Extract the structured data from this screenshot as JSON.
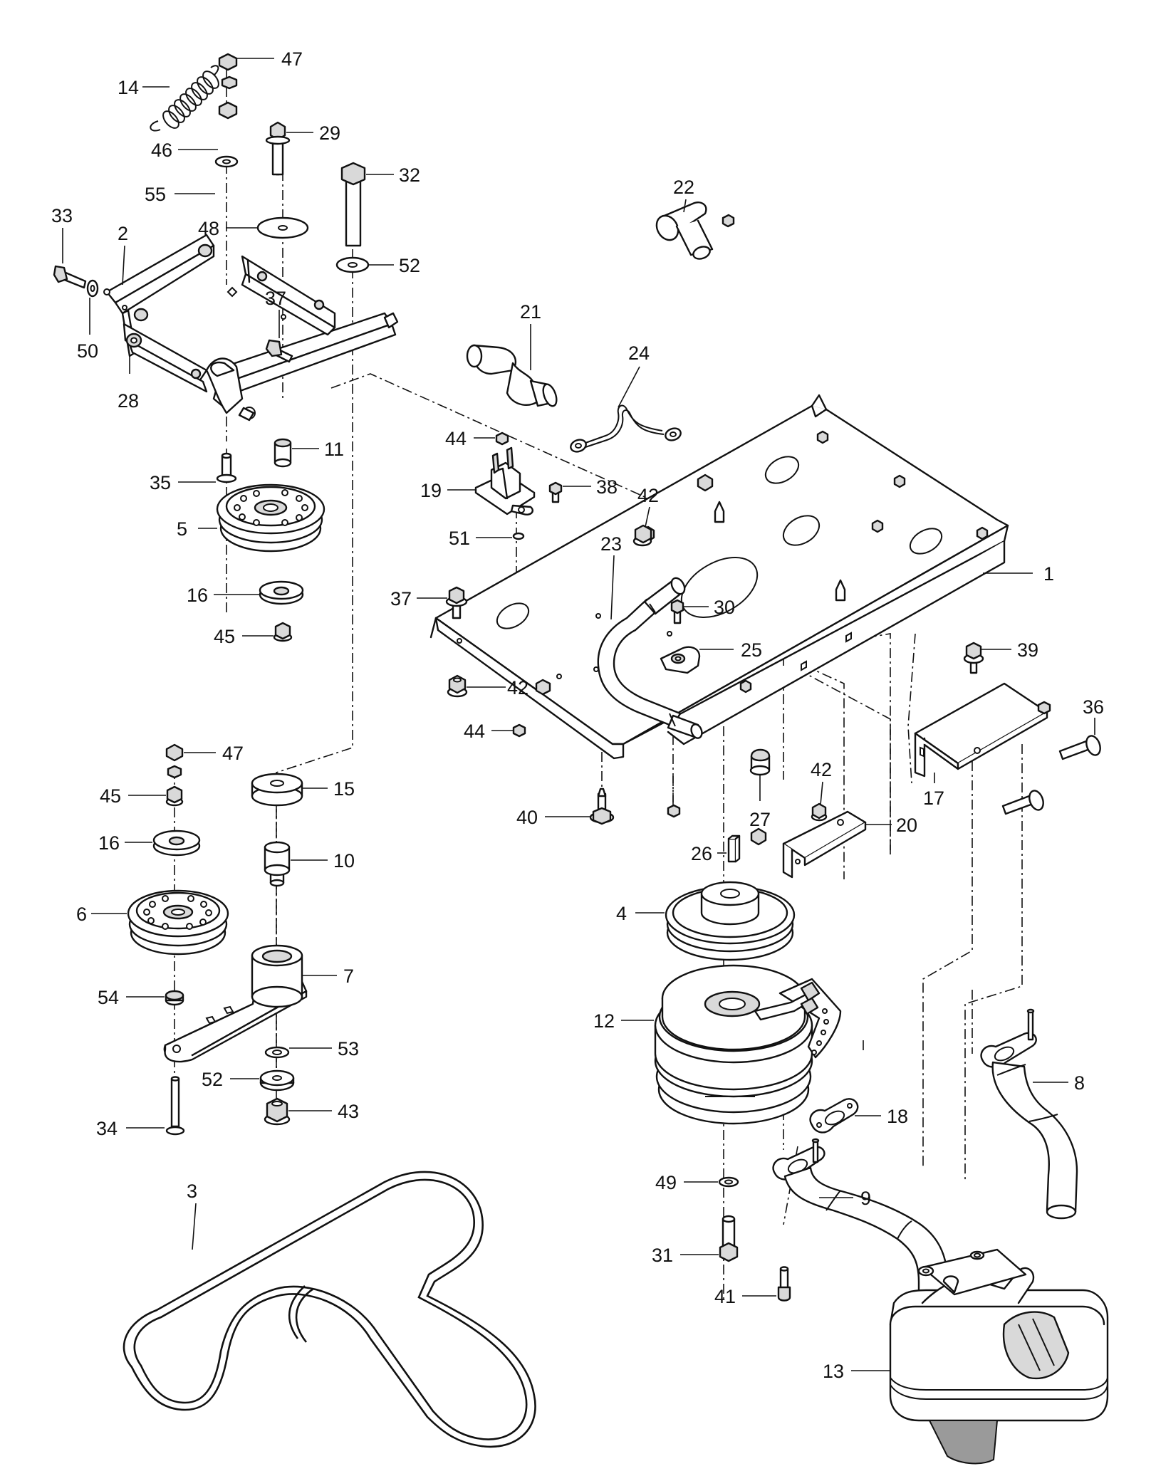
{
  "diagram": {
    "callouts": [
      {
        "id": "p14",
        "label": "14"
      },
      {
        "id": "p47a",
        "label": "47"
      },
      {
        "id": "p29",
        "label": "29"
      },
      {
        "id": "p46",
        "label": "46"
      },
      {
        "id": "p32",
        "label": "32"
      },
      {
        "id": "p55",
        "label": "55"
      },
      {
        "id": "p33",
        "label": "33"
      },
      {
        "id": "p2",
        "label": "2"
      },
      {
        "id": "p48",
        "label": "48"
      },
      {
        "id": "p52a",
        "label": "52"
      },
      {
        "id": "p22",
        "label": "22"
      },
      {
        "id": "p37a",
        "label": "37"
      },
      {
        "id": "p50",
        "label": "50"
      },
      {
        "id": "p21",
        "label": "21"
      },
      {
        "id": "p24",
        "label": "24"
      },
      {
        "id": "p28",
        "label": "28"
      },
      {
        "id": "p44a",
        "label": "44"
      },
      {
        "id": "p11",
        "label": "11"
      },
      {
        "id": "p35",
        "label": "35"
      },
      {
        "id": "p19",
        "label": "19"
      },
      {
        "id": "p38",
        "label": "38"
      },
      {
        "id": "p42a",
        "label": "42"
      },
      {
        "id": "p5",
        "label": "5"
      },
      {
        "id": "p51",
        "label": "51"
      },
      {
        "id": "p23",
        "label": "23"
      },
      {
        "id": "p1",
        "label": "1"
      },
      {
        "id": "p16a",
        "label": "16"
      },
      {
        "id": "p37b",
        "label": "37"
      },
      {
        "id": "p30",
        "label": "30"
      },
      {
        "id": "p45a",
        "label": "45"
      },
      {
        "id": "p25",
        "label": "25"
      },
      {
        "id": "p39",
        "label": "39"
      },
      {
        "id": "p42b",
        "label": "42"
      },
      {
        "id": "p44b",
        "label": "44"
      },
      {
        "id": "p36",
        "label": "36"
      },
      {
        "id": "p47b",
        "label": "47"
      },
      {
        "id": "p27",
        "label": "27"
      },
      {
        "id": "p17",
        "label": "17"
      },
      {
        "id": "p15",
        "label": "15"
      },
      {
        "id": "p45b",
        "label": "45"
      },
      {
        "id": "p42c",
        "label": "42"
      },
      {
        "id": "p40",
        "label": "40"
      },
      {
        "id": "p16b",
        "label": "16"
      },
      {
        "id": "p20",
        "label": "20"
      },
      {
        "id": "p10",
        "label": "10"
      },
      {
        "id": "p26",
        "label": "26"
      },
      {
        "id": "p6",
        "label": "6"
      },
      {
        "id": "p4",
        "label": "4"
      },
      {
        "id": "p7",
        "label": "7"
      },
      {
        "id": "p54",
        "label": "54"
      },
      {
        "id": "p12",
        "label": "12"
      },
      {
        "id": "p53",
        "label": "53"
      },
      {
        "id": "p52b",
        "label": "52"
      },
      {
        "id": "p8",
        "label": "8"
      },
      {
        "id": "p43",
        "label": "43"
      },
      {
        "id": "p18",
        "label": "18"
      },
      {
        "id": "p34",
        "label": "34"
      },
      {
        "id": "p49",
        "label": "49"
      },
      {
        "id": "p9",
        "label": "9"
      },
      {
        "id": "p3",
        "label": "3"
      },
      {
        "id": "p31",
        "label": "31"
      },
      {
        "id": "p41",
        "label": "41"
      },
      {
        "id": "p13",
        "label": "13"
      }
    ]
  }
}
